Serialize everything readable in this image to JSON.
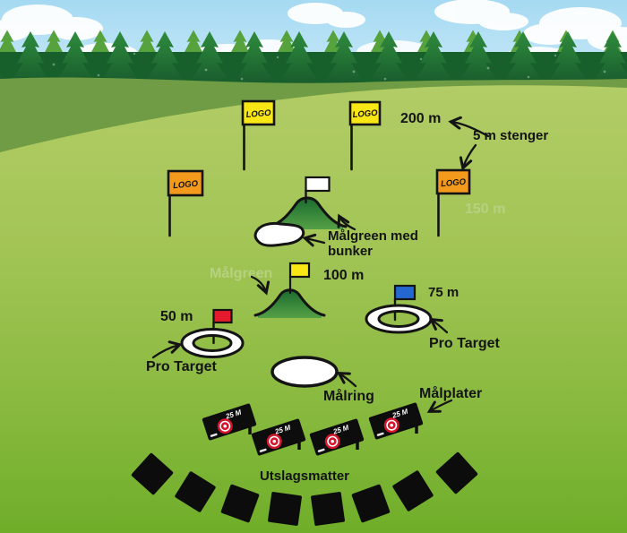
{
  "labels": {
    "logo_flag": "LOGO",
    "distance_200m": "200 m",
    "pole_note": "5 m stenger",
    "watermark_150m": "150 m",
    "target_green_line1": "Målgreen med",
    "target_green_line2": "bunker",
    "watermark_malgreen": "Målgreen",
    "distance_100m": "100 m",
    "distance_75m": "75 m",
    "distance_50m": "50 m",
    "pro_target_left": "Pro Target",
    "pro_target_right": "Pro Target",
    "target_ring": "Målring",
    "target_plates": "Målplater",
    "tee_mats": "Utslagsmatter",
    "plate_distance": "25 M"
  },
  "colors": {
    "sky": "#aadcf2",
    "cloud": "#ffffff",
    "forest_back": "#56a23d",
    "forest_front_top": "#2f8c3d",
    "forest_front_bottom": "#14522a",
    "forest_base": "#17602c",
    "hill_olive": "#6f9c44",
    "grass_top": "#b2cc66",
    "grass_mid": "#9cc24e",
    "grass_bottom": "#6fae29",
    "mound_top": "#1a6b2f",
    "mound_bottom": "#4f9c42",
    "flag_yellow": "#f9e715",
    "flag_orange": "#f39a1d",
    "flag_red": "#e51a2c",
    "flag_blue": "#2467cf",
    "flag_white": "#ffffff",
    "bullseye_red": "#d5172d",
    "ink": "#141414",
    "watermark_green": "#b9d385"
  }
}
